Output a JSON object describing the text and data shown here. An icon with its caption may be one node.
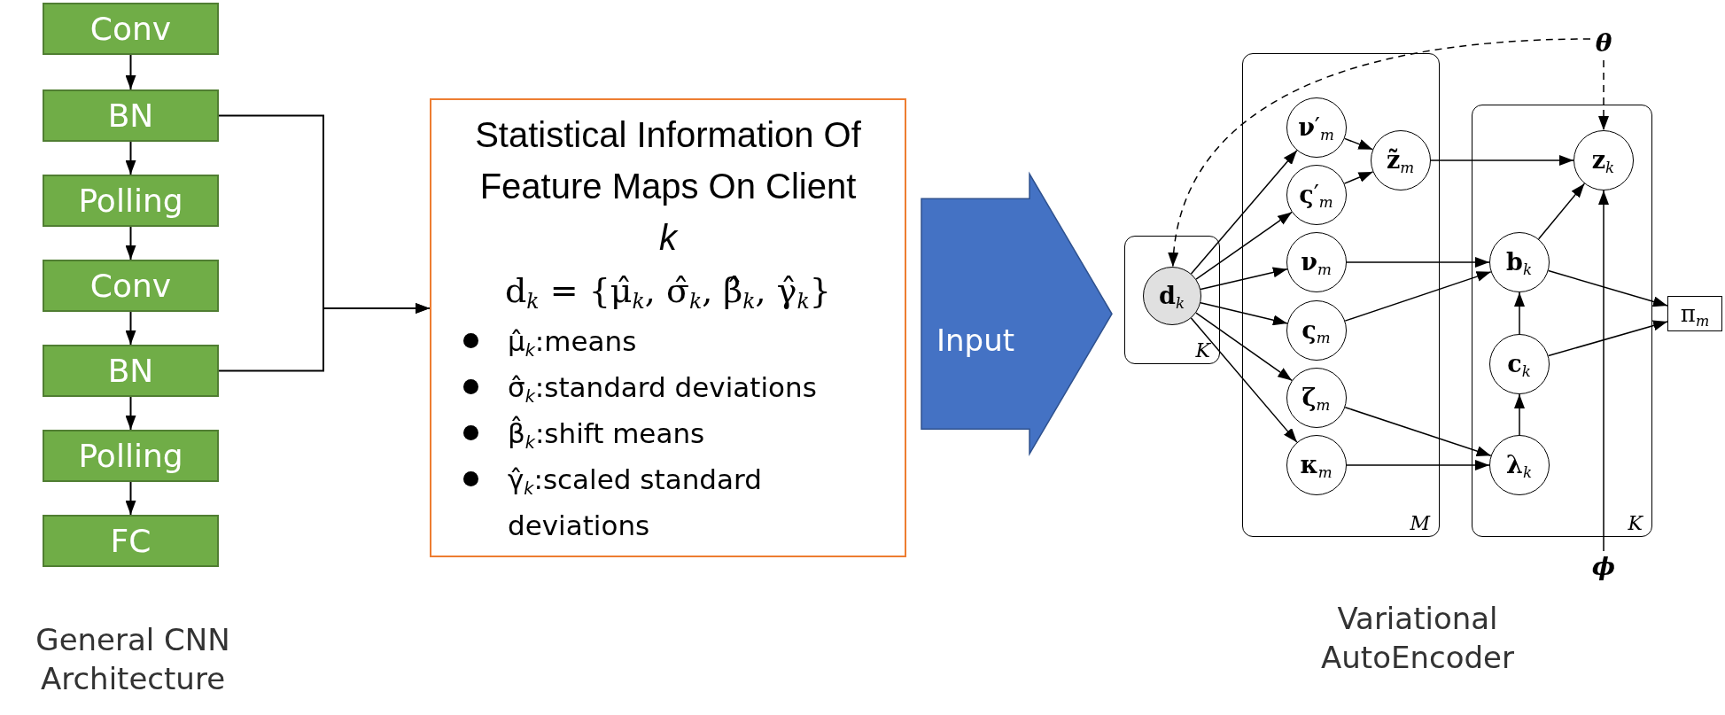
{
  "diagram": {
    "nodes": [
      {
        "text": [
          "Conv"
        ]
      },
      {
        "text": [
          "BN"
        ]
      },
      {
        "text": [
          "Polling"
        ]
      },
      {
        "text": [
          "Conv"
        ]
      },
      {
        "text": [
          "BN"
        ]
      },
      {
        "text": [
          "Polling"
        ]
      },
      {
        "text": [
          "FC"
        ]
      },
      {
        "text": [
          "Statistical Information Of Feature Maps On Client *k*",
          "d$_{k}$ = {μ̂$_{k}$, σ̂$_{k}$, β̂$_{k}$, γ̂$_{k}$}",
          "μ̂$_{k}$:means",
          "σ̂$_{k}$:standard deviations",
          "β̂$_{k}$:shift means",
          "γ̂$_{k}$:scaled standard deviations"
        ]
      },
      {
        "text": [
          "K"
        ]
      },
      {
        "text": [
          "**d**$_{k}$"
        ],
        "in": 8
      },
      {
        "text": [
          "M"
        ]
      },
      {
        "text": [
          "**ν**′$_{m}$"
        ],
        "in": 10
      },
      {
        "text": [
          "**ς**′$_{m}$"
        ],
        "in": 10
      },
      {
        "text": [
          "**z̃**$_{m}$"
        ],
        "in": 10
      },
      {
        "text": [
          "**ν**$_{m}$"
        ],
        "in": 10
      },
      {
        "text": [
          "**ς**$_{m}$"
        ],
        "in": 10
      },
      {
        "text": [
          "**ζ**$_{m}$"
        ],
        "in": 10
      },
      {
        "text": [
          "**κ**$_{m}$"
        ],
        "in": 10
      },
      {
        "text": [
          "K"
        ]
      },
      {
        "text": [
          "**z**$_{k}$"
        ],
        "in": 18
      },
      {
        "text": [
          "**b**$_{k}$"
        ],
        "in": 18
      },
      {
        "text": [
          "**c**$_{k}$"
        ],
        "in": 18
      },
      {
        "text": [
          "**λ**$_{k}$"
        ],
        "in": 18
      },
      {
        "text": [
          "π$_{m}$"
        ]
      },
      {
        "text": [
          "θ"
        ]
      },
      {
        "text": [
          "ϕ"
        ]
      }
    ],
    "edges": [
      {
        "from": 0,
        "to": 1,
        "arrow": "to"
      },
      {
        "from": 1,
        "to": 2,
        "arrow": "to"
      },
      {
        "from": 2,
        "to": 3,
        "arrow": "to"
      },
      {
        "from": 3,
        "to": 4,
        "arrow": "to"
      },
      {
        "from": 4,
        "to": 5,
        "arrow": "to"
      },
      {
        "from": 5,
        "to": 6,
        "arrow": "to"
      },
      {
        "from": 1,
        "to": 7,
        "arrow": "to"
      },
      {
        "from": 4,
        "to": 7,
        "arrow": "to"
      },
      {
        "from": 7,
        "to": 8,
        "arrow": "to",
        "label": "Input",
        "style": "thick",
        "color": "#4472c4"
      },
      {
        "from": 9,
        "to": 11,
        "arrow": "to"
      },
      {
        "from": 9,
        "to": 12,
        "arrow": "to"
      },
      {
        "from": 9,
        "to": 14,
        "arrow": "to"
      },
      {
        "from": 9,
        "to": 15,
        "arrow": "to"
      },
      {
        "from": 9,
        "to": 16,
        "arrow": "to"
      },
      {
        "from": 9,
        "to": 17,
        "arrow": "to"
      },
      {
        "from": 11,
        "to": 13,
        "arrow": "to"
      },
      {
        "from": 12,
        "to": 13,
        "arrow": "to"
      },
      {
        "from": 13,
        "to": 19,
        "arrow": "to"
      },
      {
        "from": 14,
        "to": 20,
        "arrow": "to"
      },
      {
        "from": 15,
        "to": 20,
        "arrow": "to"
      },
      {
        "from": 20,
        "to": 19,
        "arrow": "to"
      },
      {
        "from": 21,
        "to": 20,
        "arrow": "to"
      },
      {
        "from": 22,
        "to": 21,
        "arrow": "to"
      },
      {
        "from": 16,
        "to": 22,
        "arrow": "to"
      },
      {
        "from": 17,
        "to": 22,
        "arrow": "to"
      },
      {
        "from": 20,
        "to": 23,
        "arrow": "to"
      },
      {
        "from": 21,
        "to": 23,
        "arrow": "to"
      },
      {
        "from": 24,
        "to": 19,
        "arrow": "to",
        "style": "dashed"
      },
      {
        "from": 24,
        "to": 9,
        "arrow": "to",
        "style": "dashed"
      },
      {
        "from": 25,
        "to": 19,
        "arrow": "to"
      }
    ],
    "labels": [
      "General CNN Architecture",
      "Variational AutoEncoder"
    ]
  }
}
